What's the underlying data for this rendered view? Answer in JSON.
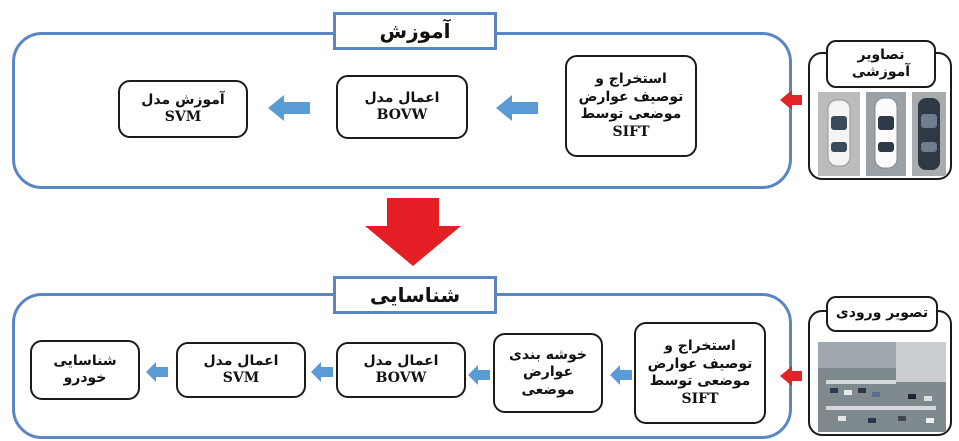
{
  "training": {
    "title": "آموزش",
    "input_label": "تصاویر\nآموزشی",
    "steps": [
      {
        "fa": "استخراج و\nتوصیف عوارض\nموضعی توسط",
        "en": "SIFT"
      },
      {
        "fa": "اعمال مدل",
        "en": "BOVW"
      },
      {
        "fa": "آموزش مدل",
        "en": "SVM"
      }
    ]
  },
  "recognition": {
    "title": "شناسایی",
    "input_label": "تصویر ورودی",
    "steps": [
      {
        "fa": "استخراج و\nتوصیف عوارض\nموضعی توسط",
        "en": "SIFT"
      },
      {
        "fa": "خوشه بندی\nعوارض\nموضعی",
        "en": ""
      },
      {
        "fa": "اعمال مدل",
        "en": "BOVW"
      },
      {
        "fa": "اعمال مدل",
        "en": "SVM"
      },
      {
        "fa": "شناسایی\nخودرو",
        "en": ""
      }
    ]
  },
  "colors": {
    "panel_border": "#5b86c6",
    "arrow_blue": "#5b9bd5",
    "arrow_red": "#e3232a",
    "big_arrow_red": "#e31e24"
  }
}
